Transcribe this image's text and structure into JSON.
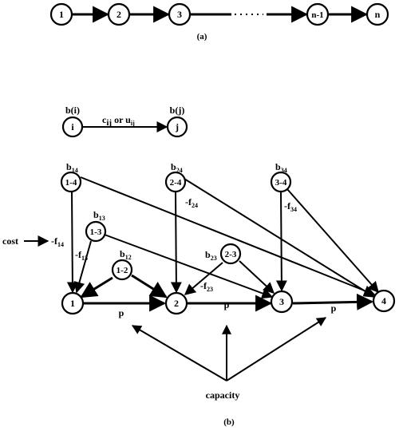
{
  "panel_a": {
    "nodes": [
      "1",
      "2",
      "3",
      "n-1",
      "n"
    ],
    "caption": "(a)"
  },
  "legend": {
    "tail_node": "i",
    "head_node": "j",
    "tail_supply": "b(i)",
    "head_supply": "b(j)",
    "arc_label_c": "c",
    "arc_label_c_sub": "ij",
    "arc_label_or": " or u",
    "arc_label_u_sub": "ij"
  },
  "panel_b": {
    "pair_nodes": [
      "1-4",
      "2-4",
      "3-4",
      "1-3",
      "2-3",
      "1-2"
    ],
    "period_nodes": [
      "1",
      "2",
      "3",
      "4"
    ],
    "supplies": [
      {
        "base": "b",
        "sub": "14"
      },
      {
        "base": "b",
        "sub": "24"
      },
      {
        "base": "b",
        "sub": "34"
      },
      {
        "base": "b",
        "sub": "13"
      },
      {
        "base": "b",
        "sub": "23"
      },
      {
        "base": "b",
        "sub": "12"
      }
    ],
    "costs": [
      {
        "base": "-f",
        "sub": "14"
      },
      {
        "base": "-f",
        "sub": "24"
      },
      {
        "base": "-f",
        "sub": "34"
      },
      {
        "base": "-f",
        "sub": "13"
      },
      {
        "base": "-f",
        "sub": "23"
      }
    ],
    "p_labels": [
      "p",
      "p",
      "p"
    ],
    "cost_label": "cost",
    "capacity_label": "capacity",
    "caption": "(b)"
  }
}
